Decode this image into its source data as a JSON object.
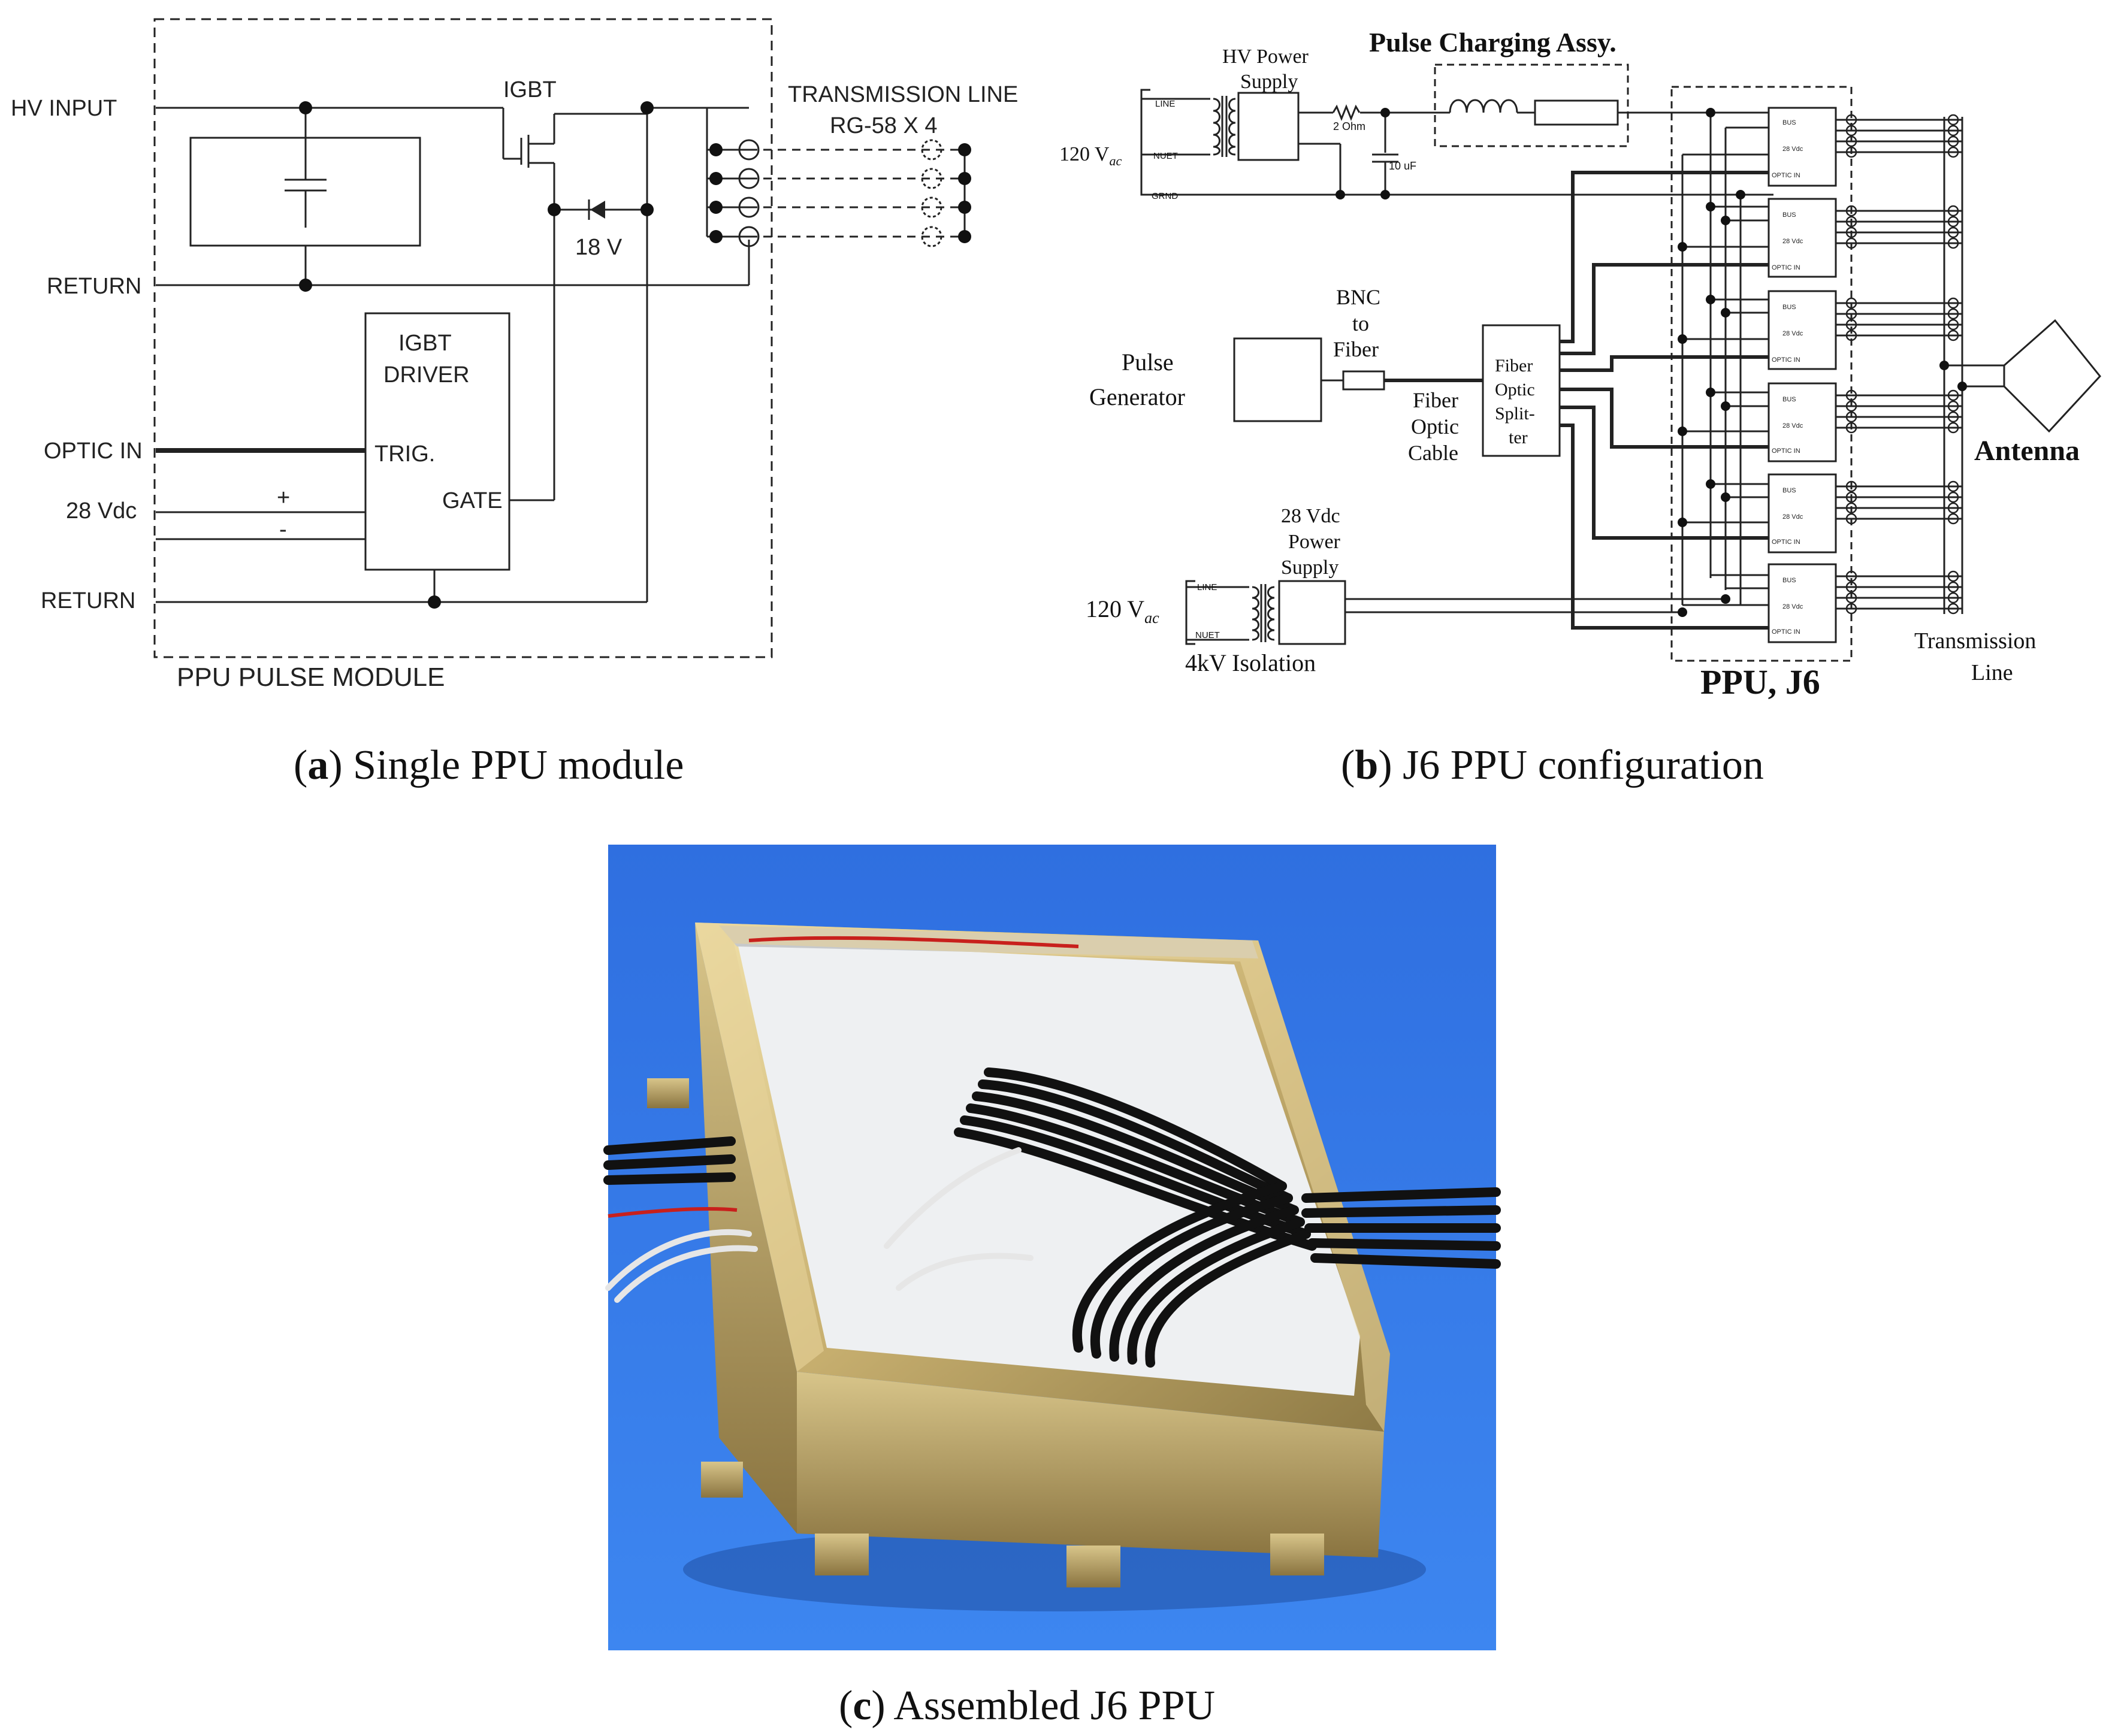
{
  "panel_a": {
    "caption_letter": "a",
    "caption_text": "Single PPU module",
    "hv_input": "HV INPUT",
    "return_top": "RETURN",
    "return_bottom": "RETURN",
    "optic_in": "OPTIC IN",
    "vdc_28": "28 Vdc",
    "plus": "+",
    "minus": "-",
    "igbt": "IGBT",
    "igbt_driver_line1": "IGBT",
    "igbt_driver_line2": "DRIVER",
    "trig": "TRIG.",
    "gate": "GATE",
    "zener": "18 V",
    "tline_line1": "TRANSMISSION LINE",
    "tline_line2": "RG-58 X 4",
    "module_label": "PPU  PULSE MODULE"
  },
  "panel_b": {
    "caption_letter": "b",
    "caption_text": "J6 PPU configuration",
    "hv_ps_line1": "HV Power",
    "hv_ps_line2": "Supply",
    "pulse_charging": "Pulse Charging Assy.",
    "vac_top": "120 V",
    "vac_sub": "ac",
    "vac_bottom": "120 V",
    "line_top": "LINE",
    "nuet_top": "NUET",
    "grnd": "GRND",
    "ohm": "2 Ohm",
    "cap": "10 uF",
    "bnc_line1": "BNC",
    "bnc_line2": "to",
    "bnc_line3": "Fiber",
    "pulse_gen_line1": "Pulse",
    "pulse_gen_line2": "Generator",
    "fiber_cable_line1": "Fiber",
    "fiber_cable_line2": "Optic",
    "fiber_cable_line3": "Cable",
    "splitter_line1": "Fiber",
    "splitter_line2": "Optic",
    "splitter_line3": "Split-",
    "splitter_line4": "ter",
    "ps28_line1": "28 Vdc",
    "ps28_line2": "Power",
    "ps28_line3": "Supply",
    "line_bottom": "LINE",
    "nuet_bottom": "NUET",
    "isolation": "4kV Isolation",
    "antenna": "Antenna",
    "tline_line1": "Transmission",
    "tline_line2": "Line",
    "ppu_label": "PPU, J6",
    "module_bus": "BUS",
    "module_28": "28 Vdc",
    "module_optic": "OPTIC IN"
  },
  "panel_c": {
    "caption_letter": "c",
    "caption_text": "Assembled J6 PPU"
  }
}
